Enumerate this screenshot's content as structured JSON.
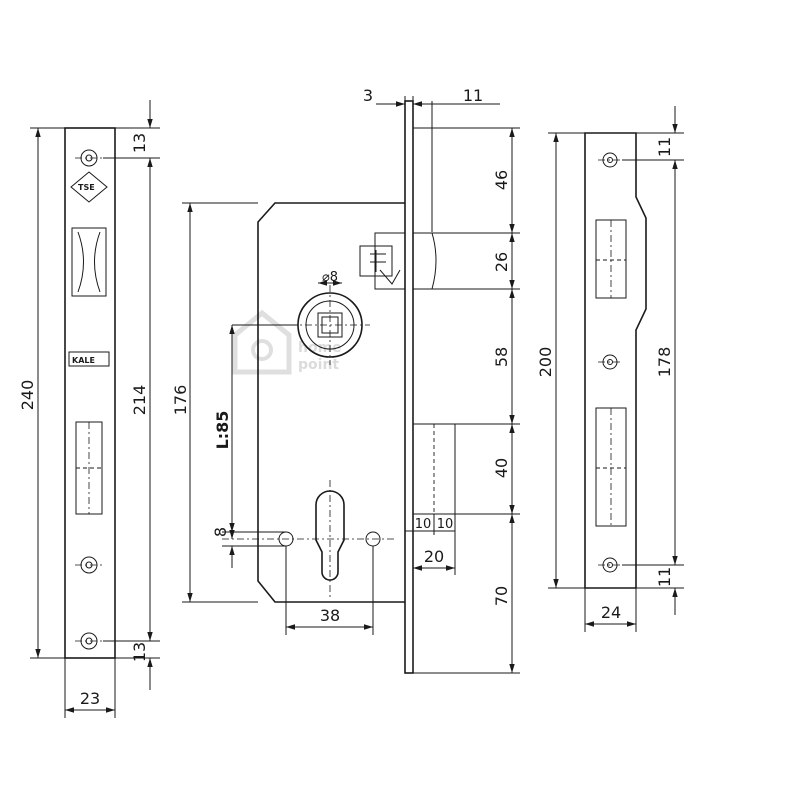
{
  "drawing": {
    "faceplate": {
      "overall_height": "240",
      "hole_spacing": "214",
      "top_offset": "13",
      "bottom_offset": "13",
      "width": "23",
      "logo_certification": "TSE",
      "logo_brand": "KALE"
    },
    "lock_body": {
      "backset_label": "L:85",
      "body_height": "176",
      "spindle_diameter": "⌀8",
      "cylinder_hole_diameter": "8",
      "cylinder_hole_spacing": "38"
    },
    "side_profile": {
      "plate_thickness": "3",
      "latch_projection": "11",
      "seg_top": "46",
      "seg_latch": "26",
      "seg_middle": "58",
      "seg_bolt": "40",
      "seg_bottom": "70",
      "bolt_throw_a": "10",
      "bolt_throw_b": "10",
      "bolt_throw_total": "20"
    },
    "strike_plate": {
      "overall_height": "200",
      "hole_spacing": "178",
      "top_offset": "11",
      "bottom_offset": "11",
      "width": "24"
    },
    "watermark": {
      "line1": "home",
      "line2": "point",
      "color": "#d8d8d8"
    }
  }
}
